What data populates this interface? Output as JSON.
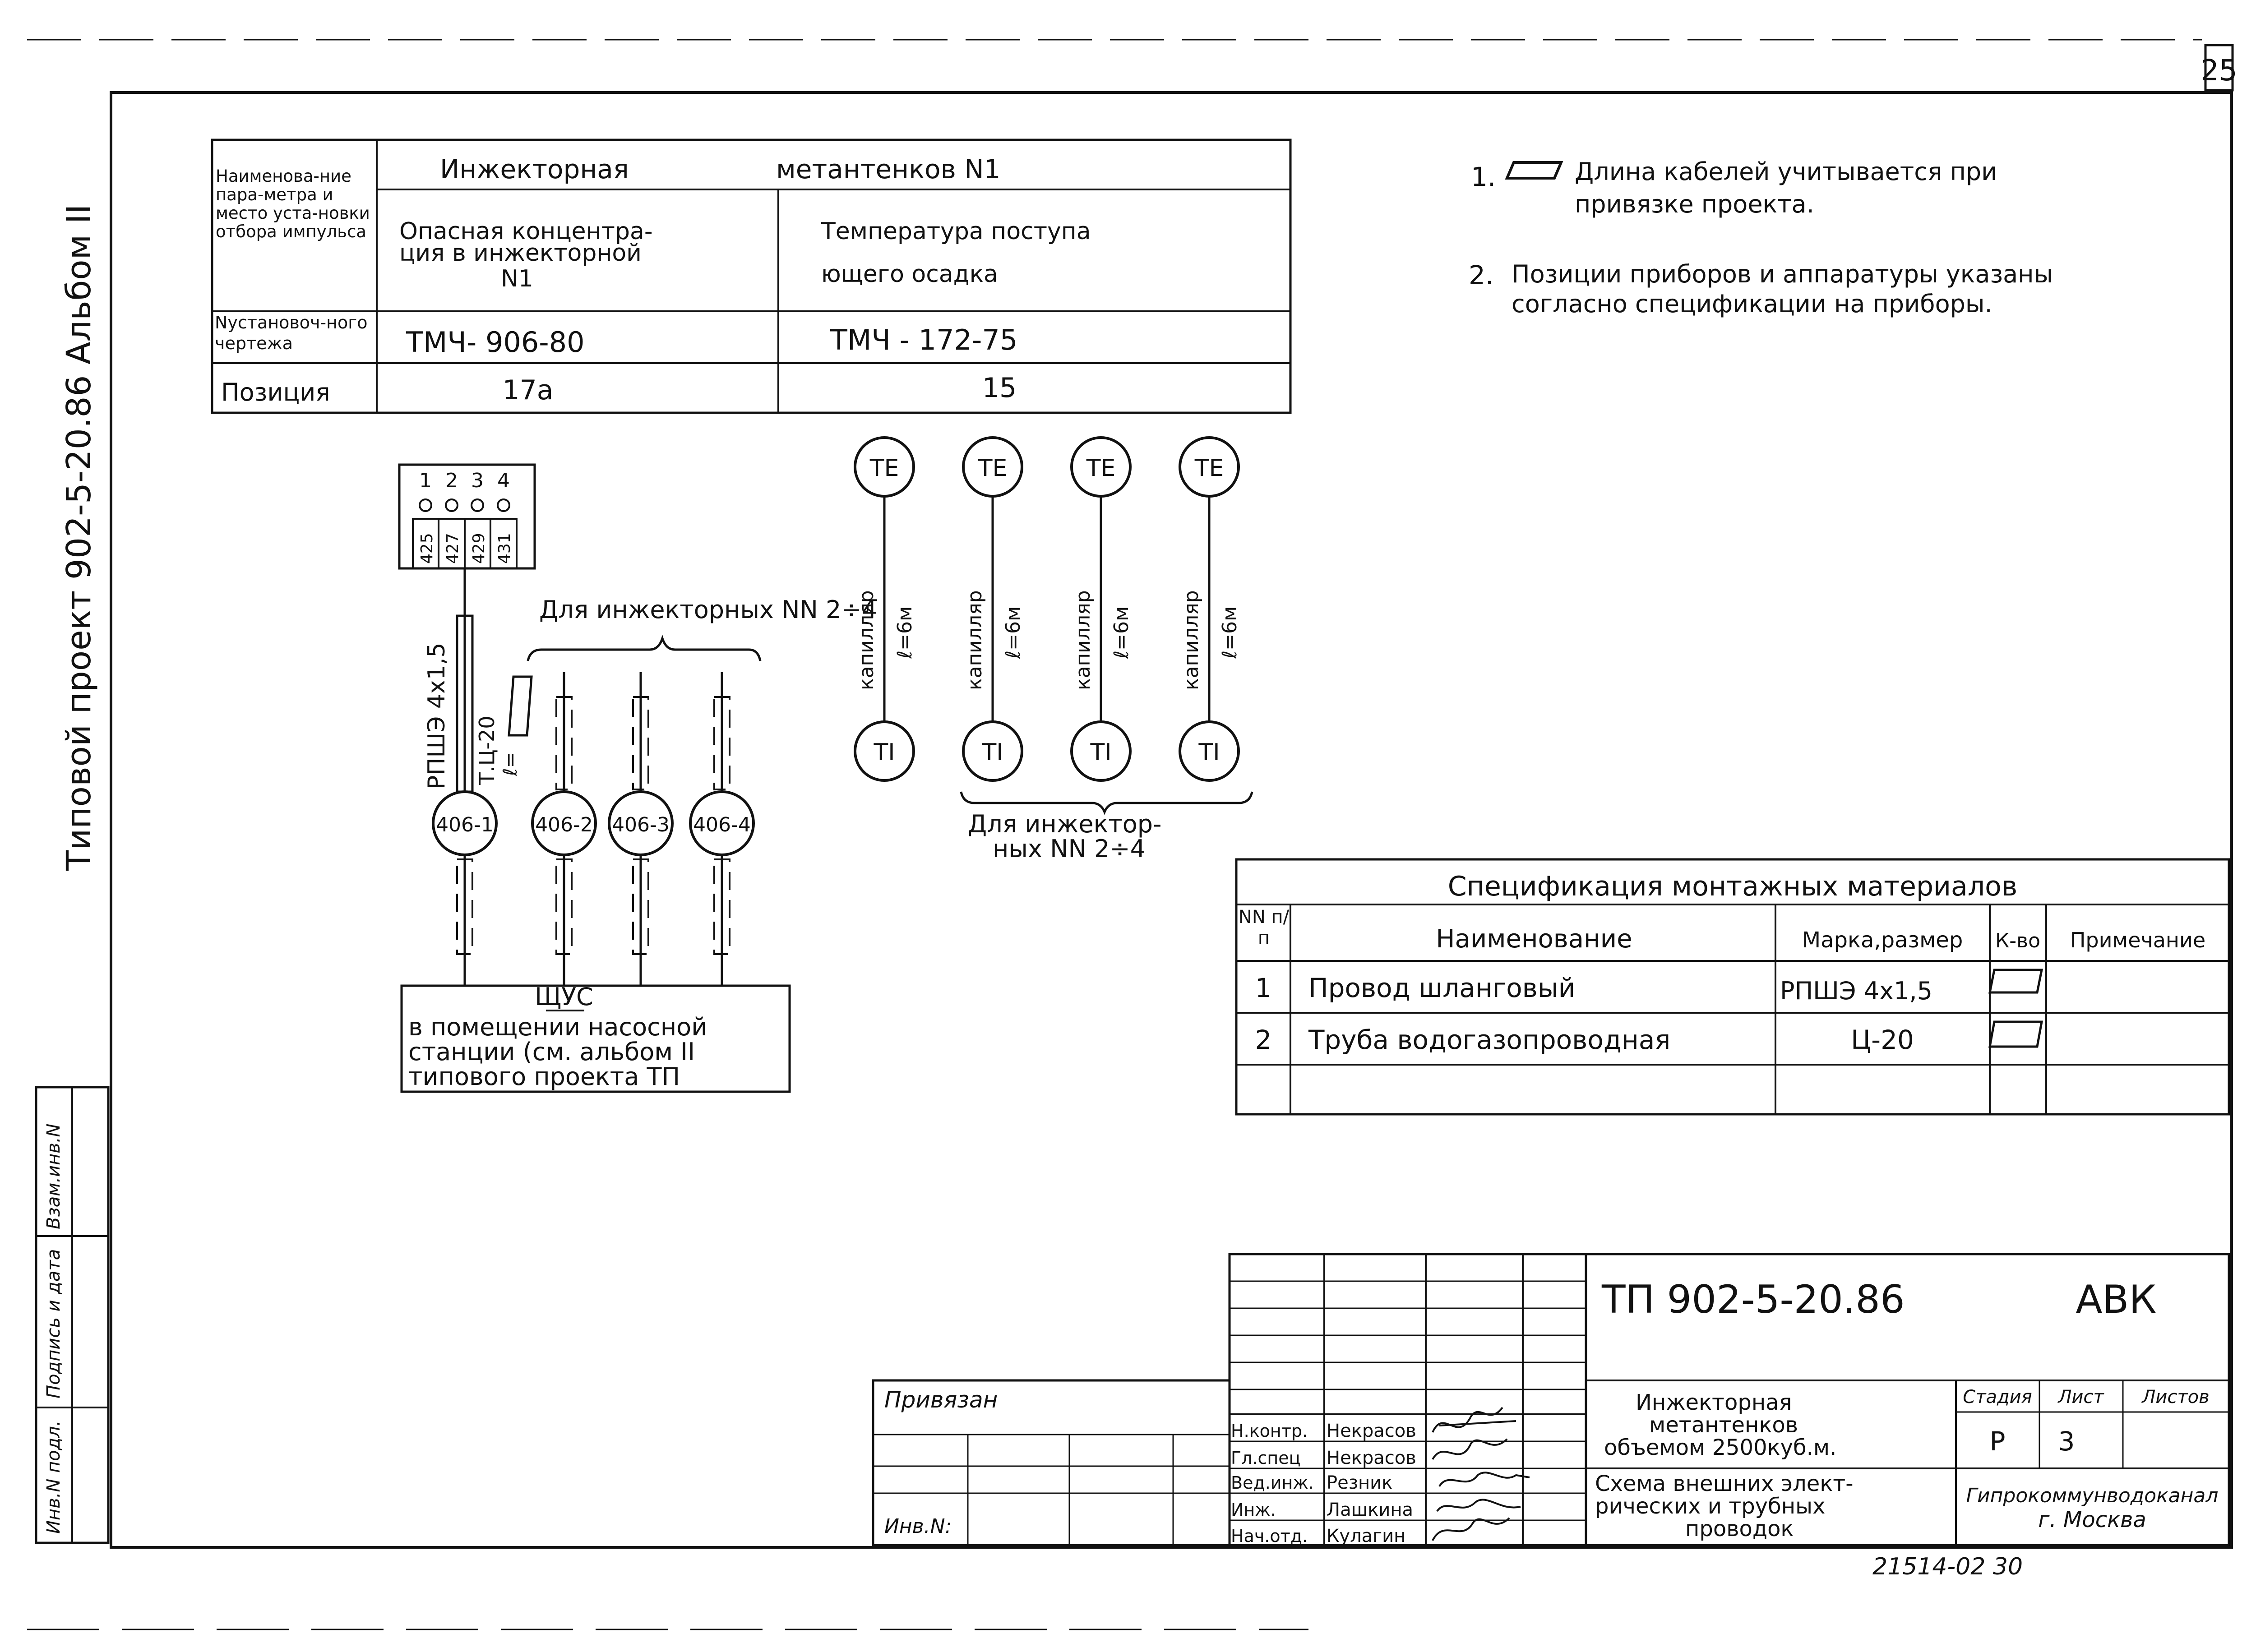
{
  "page_number": "25",
  "side_label": "Типовой проект 902-5-20.86  Альбом II",
  "param_table": {
    "header_col": "Наименова-ние пара-метра и место уста-новки отбора импульса",
    "header_title_left": "Инжекторная",
    "header_title_right": "метантенков  N1",
    "row1_a": [
      "Опасная концентра-",
      "ция в инжекторной",
      "N1"
    ],
    "row1_b": [
      "Температура поступа",
      "ющего осадка"
    ],
    "row2_label": "Nустановоч-ного чертежа",
    "row2_a": "ТМЧ- 906-80",
    "row2_b": "ТМЧ - 172-75",
    "row3_label": "Позиция",
    "row3_a": "17а",
    "row3_b": "15"
  },
  "notes": [
    "Длина кабелей учитывается при привязке проекта.",
    "Позиции приборов и аппаратуры указаны согласно спецификации на приборы."
  ],
  "left_diagram": {
    "terminal_numbers": [
      "1",
      "2",
      "3",
      "4"
    ],
    "wire_numbers": [
      "425",
      "427",
      "429",
      "431"
    ],
    "cable_label": "РПШЭ 4х1,5",
    "pipe_label": "Т.Ц-20",
    "pipe_length": "ℓ=",
    "injectors_caption": "Для инжекторных NN 2÷4",
    "sensors": [
      "406-1",
      "406-2",
      "406-3",
      "406-4"
    ],
    "panel_title": "ЩУС",
    "panel_text": [
      "в помещении насосной",
      "станции (см. альбом II",
      "типового проекта ТП"
    ]
  },
  "right_diagram": {
    "top_label": "TE",
    "bottom_label": "TI",
    "capillary": "капилляр",
    "capillary_len": "ℓ=6м",
    "caption": [
      "Для инжектор-",
      "ных NN 2÷4"
    ]
  },
  "spec_table": {
    "title": "Спецификация монтажных материалов",
    "headers": [
      "NN п/п",
      "Наименование",
      "Марка,размер",
      "К-во",
      "Примечание"
    ],
    "rows": [
      [
        "1",
        "Провод шланговый",
        "РПШЭ 4х1,5",
        "",
        ""
      ],
      [
        "2",
        "Труба водогазопроводная",
        "Ц-20",
        "",
        ""
      ]
    ]
  },
  "title_block": {
    "code": "ТП 902-5-20.86",
    "section": "АВК",
    "bound": "Привязан",
    "inv": "Инв.N:",
    "roles": [
      "Н.контр.",
      "Гл.спец",
      "Вед.инж.",
      "Инж.",
      "Нач.отд."
    ],
    "names": [
      "Некрасов",
      "Некрасов",
      "Резник",
      "Лашкина",
      "Кулагин"
    ],
    "object": [
      "Инжекторная",
      "метантенков",
      "объемом 2500куб.м."
    ],
    "drawing": [
      "Схема внешних элект-",
      "рических и трубных",
      "проводок"
    ],
    "stage_h": "Стадия",
    "sheet_h": "Лист",
    "sheets_h": "Листов",
    "stage": "Р",
    "sheet": "3",
    "org": [
      "Гипрокоммунводоканал",
      "г. Москва"
    ]
  },
  "left_stamp": [
    "Инв.N подл.",
    "Подпись и дата",
    "Взам.инв.N"
  ],
  "footer": "21514-02  30"
}
